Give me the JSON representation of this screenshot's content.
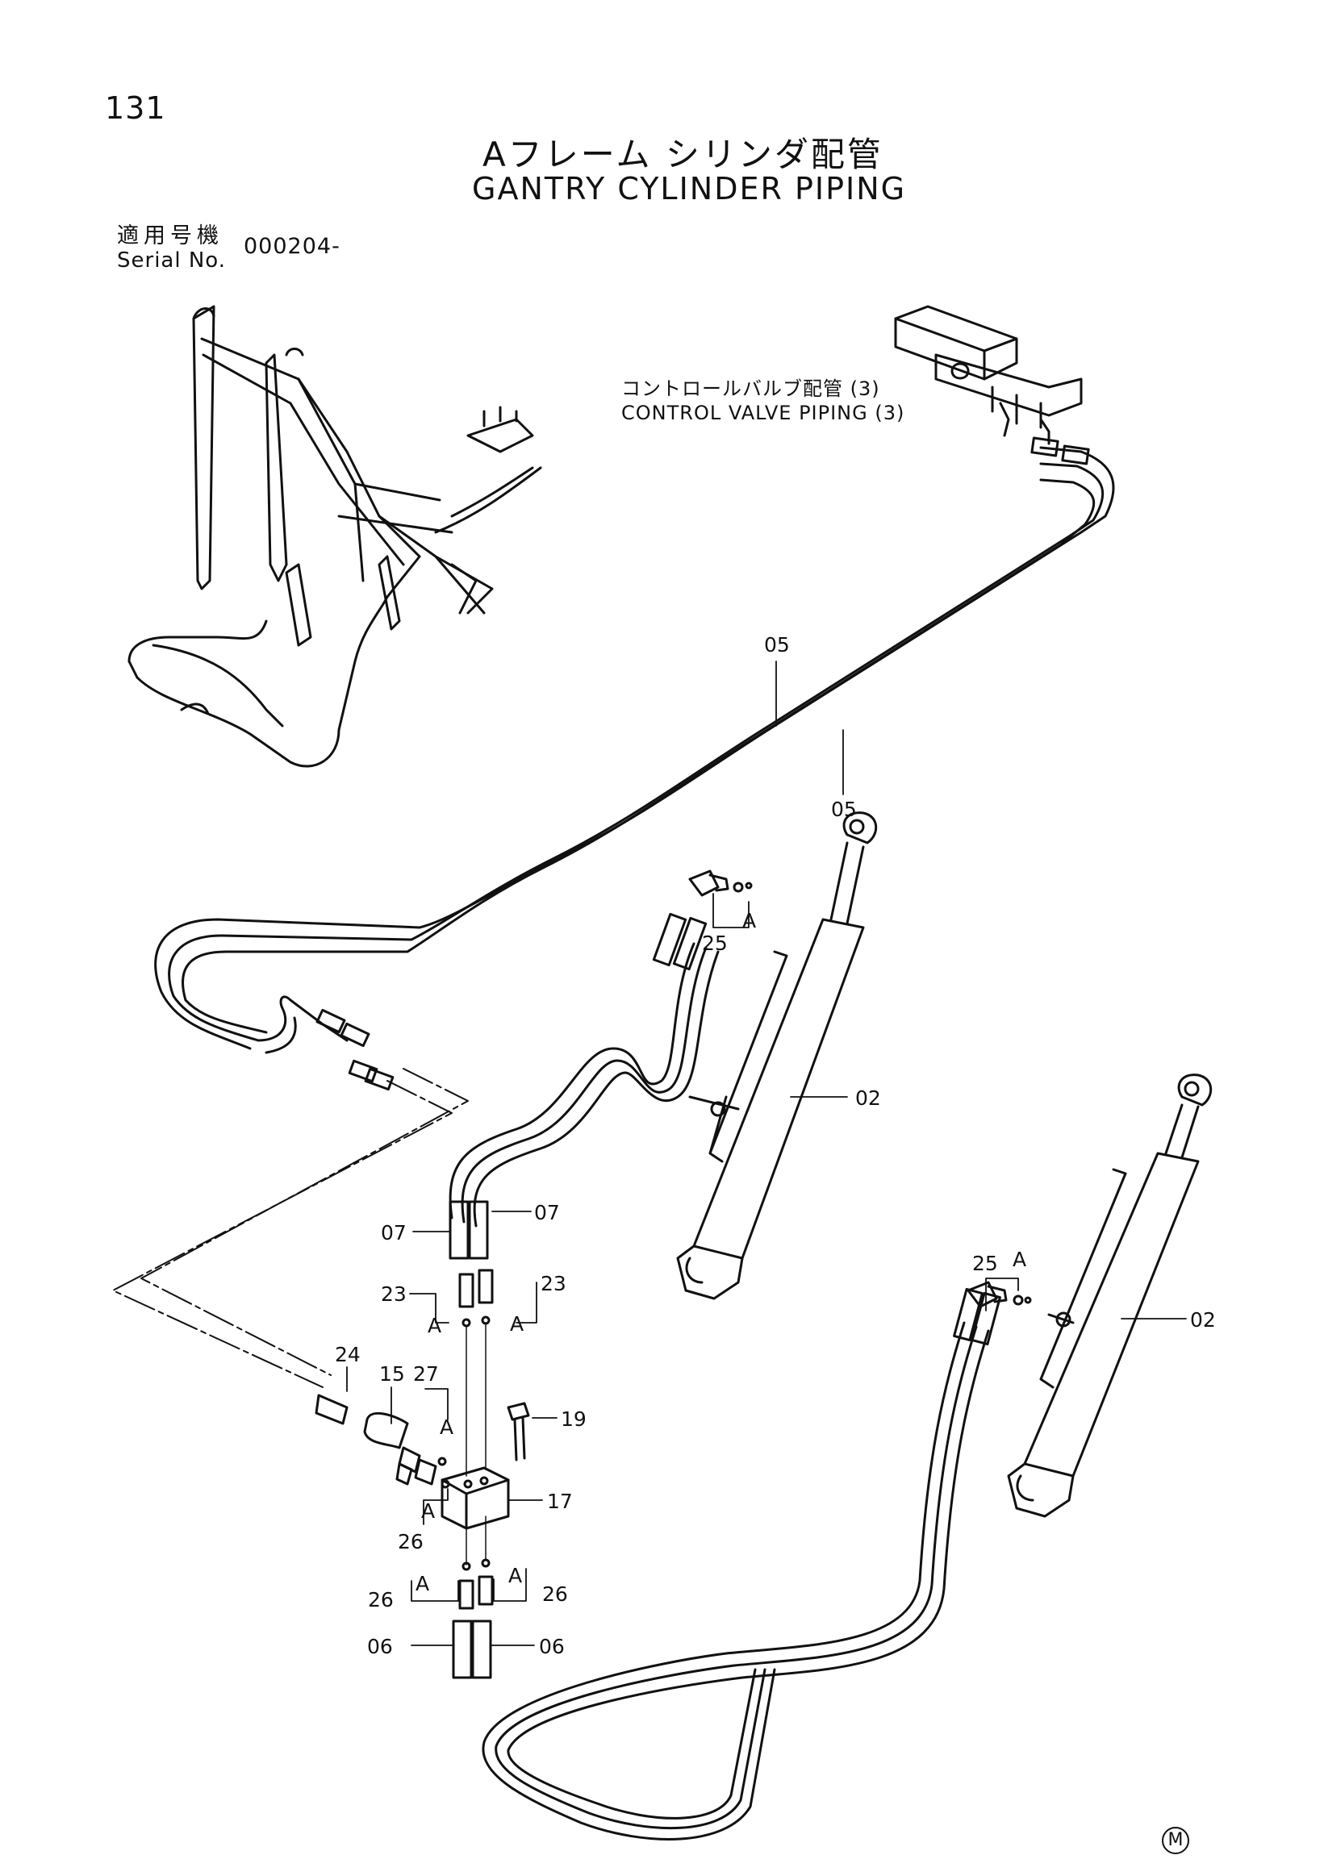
{
  "page_number": "131",
  "title_ja": "Aフレーム シリンダ配管",
  "title_en": "GANTRY CYLINDER PIPING",
  "serial": {
    "label_ja": "適用号機",
    "label_en": "Serial No.",
    "value": "000204-"
  },
  "reference": {
    "label_ja": "コントロールバルブ配管 (3)",
    "label_en": "CONTROL VALVE PIPING (3)"
  },
  "callouts": {
    "p05a": "05",
    "p05b": "05",
    "p02a": "02",
    "p02b": "02",
    "p25a": "25",
    "p25b": "25",
    "p07a": "07",
    "p07b": "07",
    "p23a": "23",
    "p23b": "23",
    "p24": "24",
    "p15": "15",
    "p27": "27",
    "p19": "19",
    "p17": "17",
    "p26a": "26",
    "p26b": "26",
    "p26c": "26",
    "p06a": "06",
    "p06b": "06"
  },
  "detail_marks": {
    "a1": "A",
    "a2": "A",
    "a3": "A",
    "a4": "A",
    "a5": "A",
    "a6": "A",
    "a7": "A",
    "a8": "A",
    "a9": "A"
  },
  "corner_mark": "M"
}
